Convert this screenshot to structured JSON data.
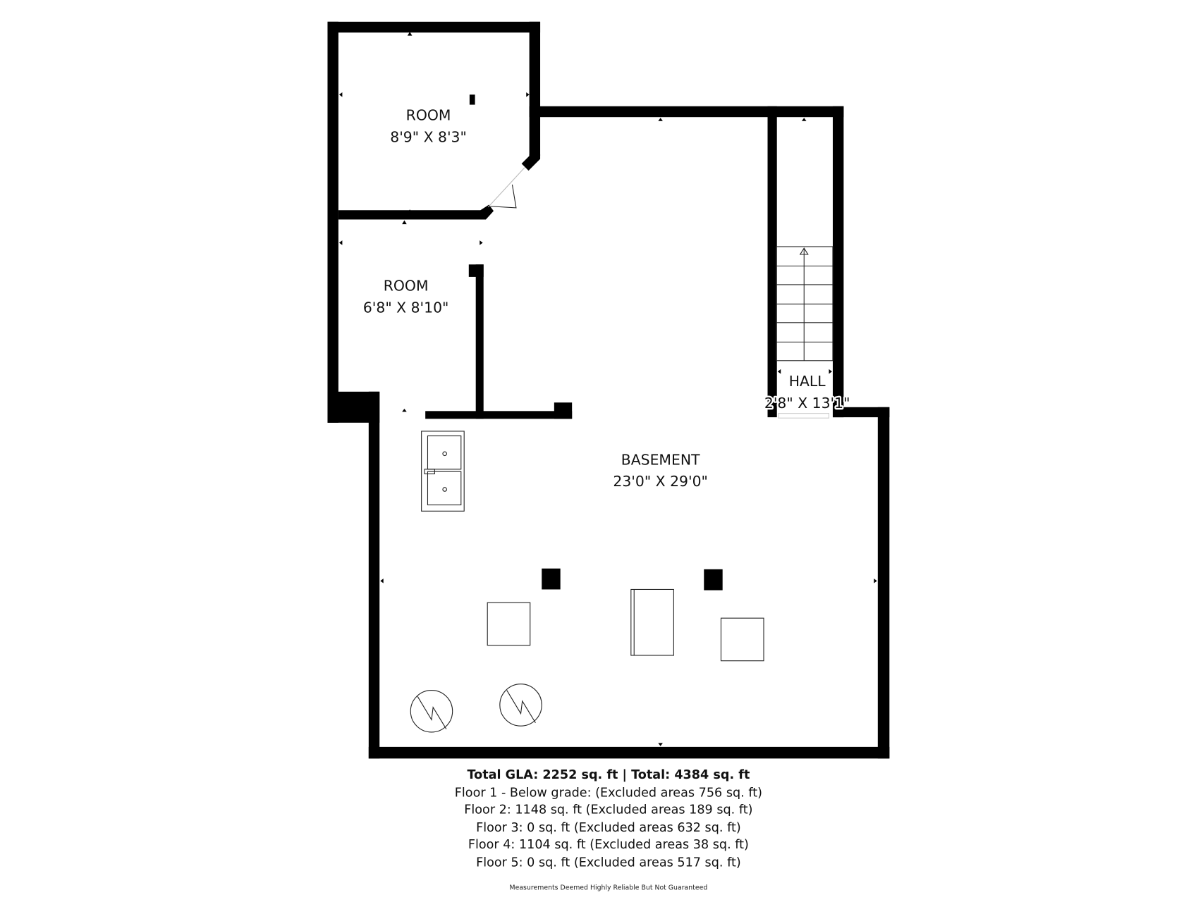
{
  "rooms": [
    {
      "name": "ROOM",
      "dimensions": "8'9\" X 8'3\""
    },
    {
      "name": "ROOM",
      "dimensions": "6'8\" X 8'10\""
    },
    {
      "name": "BASEMENT",
      "dimensions": "23'0\" X 29'0\""
    },
    {
      "name": "HALL",
      "dimensions": "2'8\" X 13'1\""
    }
  ],
  "summary": {
    "total": "Total GLA: 2252 sq. ft | Total: 4384 sq. ft",
    "floors": [
      "Floor 1 - Below grade: (Excluded areas 756 sq. ft)",
      "Floor 2: 1148 sq. ft (Excluded areas 189 sq. ft)",
      "Floor 3: 0 sq. ft (Excluded areas 632 sq. ft)",
      "Floor 4: 1104 sq. ft (Excluded areas 38 sq. ft)",
      "Floor 5: 0 sq. ft (Excluded areas 517 sq. ft)"
    ],
    "disclaimer": "Measurements Deemed Highly Reliable But Not Guaranteed"
  },
  "colors": {
    "wall": "#000000",
    "background": "#ffffff"
  }
}
